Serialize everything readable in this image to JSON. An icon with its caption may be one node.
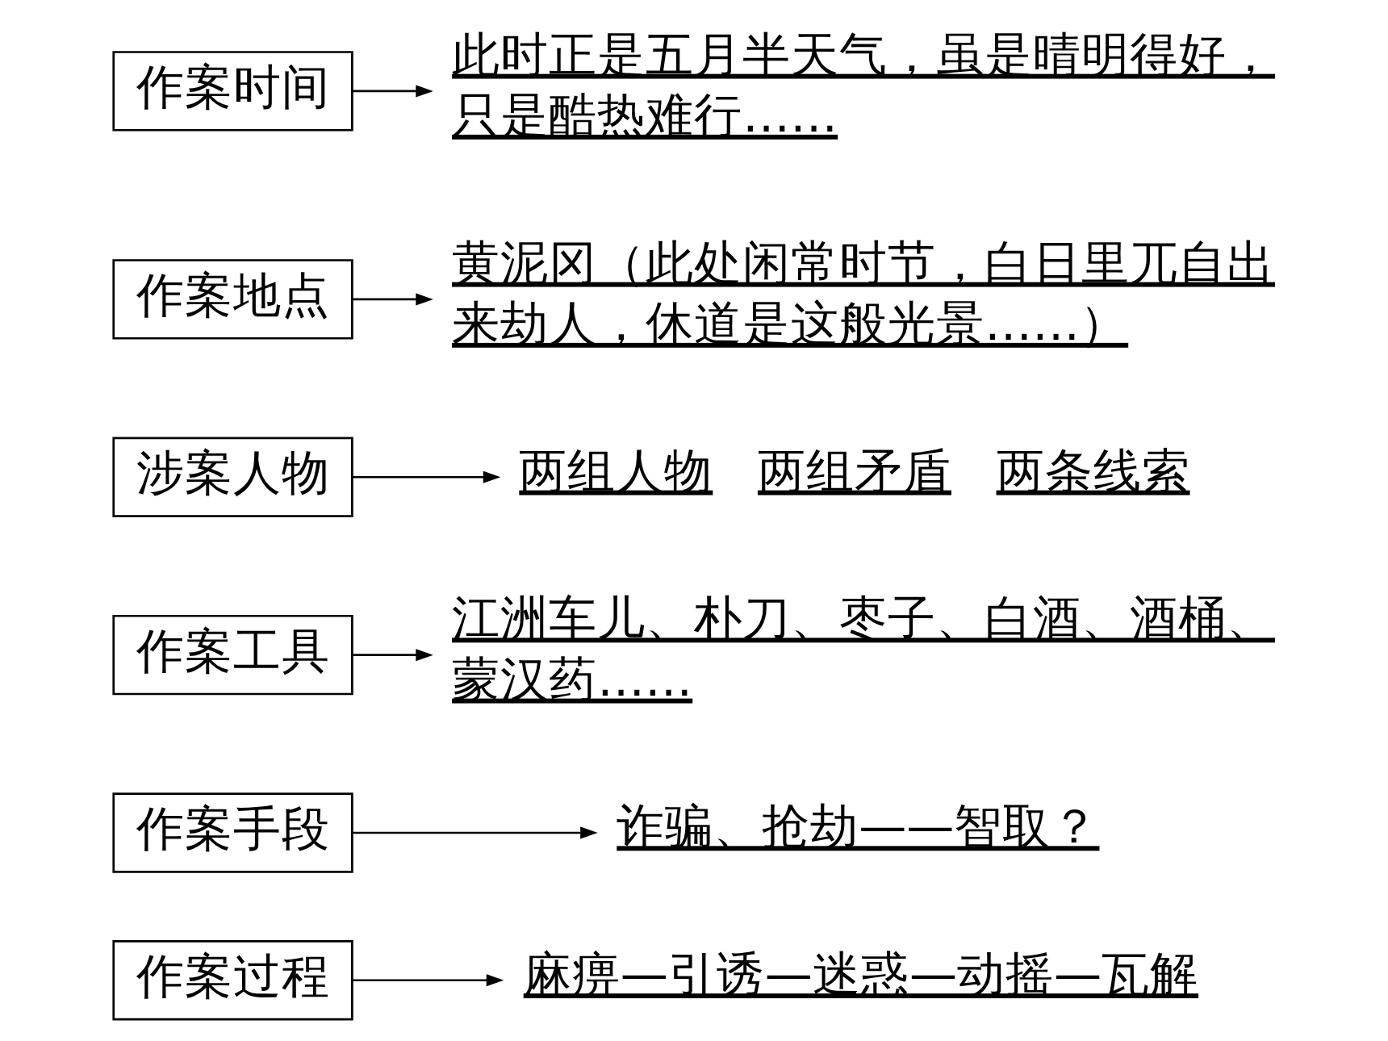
{
  "diagram": {
    "nodes": [
      {
        "text": [
          "作案时间"
        ]
      },
      {
        "text": [
          "此时正是五月半天气，虽是晴明得好，只是酷热难行……"
        ]
      },
      {
        "text": [
          "作案地点"
        ]
      },
      {
        "text": [
          "黄泥冈（此处闲常时节，白日里兀自出来劫人，休道是这般光景……）"
        ]
      },
      {
        "text": [
          "涉案人物"
        ]
      },
      {
        "text": [
          "两组人物　两组矛盾　两条线索"
        ]
      },
      {
        "text": [
          "作案工具"
        ]
      },
      {
        "text": [
          "江洲车儿、朴刀、枣子、白酒、酒桶、蒙汉药……"
        ]
      },
      {
        "text": [
          "作案手段"
        ]
      },
      {
        "text": [
          "诈骗、抢劫——智取？"
        ]
      },
      {
        "text": [
          "作案过程"
        ]
      },
      {
        "text": [
          "麻痹—引诱—迷惑—动摇—瓦解"
        ]
      }
    ],
    "edges": [
      {
        "from": 0,
        "to": 1,
        "arrow": "to"
      },
      {
        "from": 2,
        "to": 3,
        "arrow": "to"
      },
      {
        "from": 4,
        "to": 5,
        "arrow": "to"
      },
      {
        "from": 6,
        "to": 7,
        "arrow": "to"
      },
      {
        "from": 8,
        "to": 9,
        "arrow": "to"
      },
      {
        "from": 10,
        "to": 11,
        "arrow": "to"
      }
    ]
  }
}
